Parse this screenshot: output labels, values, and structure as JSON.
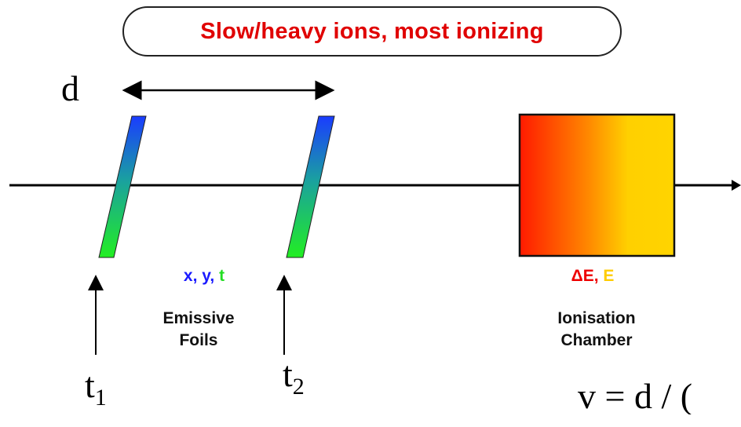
{
  "header": {
    "text": "Slow/heavy ions, most ionizing"
  },
  "distance_label": "d",
  "foils": {
    "coords": [
      {
        "text": "x,",
        "color": "#1a1aff"
      },
      {
        "text": "y,",
        "color": "#1a1aff"
      },
      {
        "text": "t",
        "color": "#22dd22"
      }
    ],
    "name_line1": "Emissive",
    "name_line2": "Foils"
  },
  "chamber": {
    "energy": [
      {
        "text": "ΔE,",
        "color": "#ee0000"
      },
      {
        "text": "E",
        "color": "#ffcc00"
      }
    ],
    "name_line1": "Ionisation",
    "name_line2": "Chamber"
  },
  "timing": {
    "t1": {
      "base": "t",
      "sub": "1"
    },
    "t2": {
      "base": "t",
      "sub": "2"
    }
  },
  "formula": "v = d / (",
  "colors": {
    "foil_top": "#1a3cff",
    "foil_bottom": "#22ee22",
    "chamber_left": "#ff1a00",
    "chamber_right": "#ffd400"
  }
}
